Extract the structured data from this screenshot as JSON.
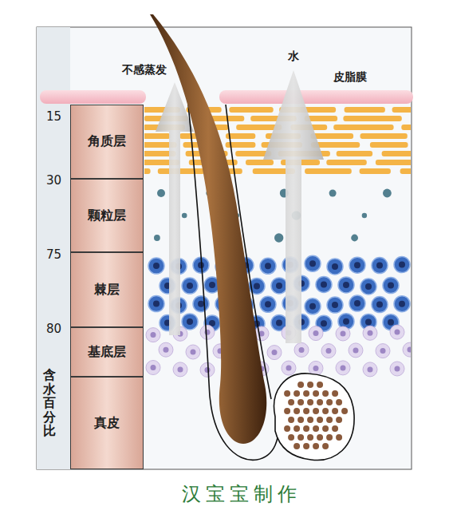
{
  "diagram": {
    "caption": "汉宝宝制作",
    "nodes": [
      {
        "text": [
          "角质层"
        ]
      },
      {
        "text": [
          "颗粒层"
        ]
      },
      {
        "text": [
          "棘层"
        ]
      },
      {
        "text": [
          "基底层"
        ]
      },
      {
        "text": [
          "真皮"
        ]
      }
    ],
    "labels": [
      "15",
      "30",
      "75",
      "80",
      "含水百分比",
      "不感蒸发",
      "水",
      "皮脂膜"
    ]
  }
}
